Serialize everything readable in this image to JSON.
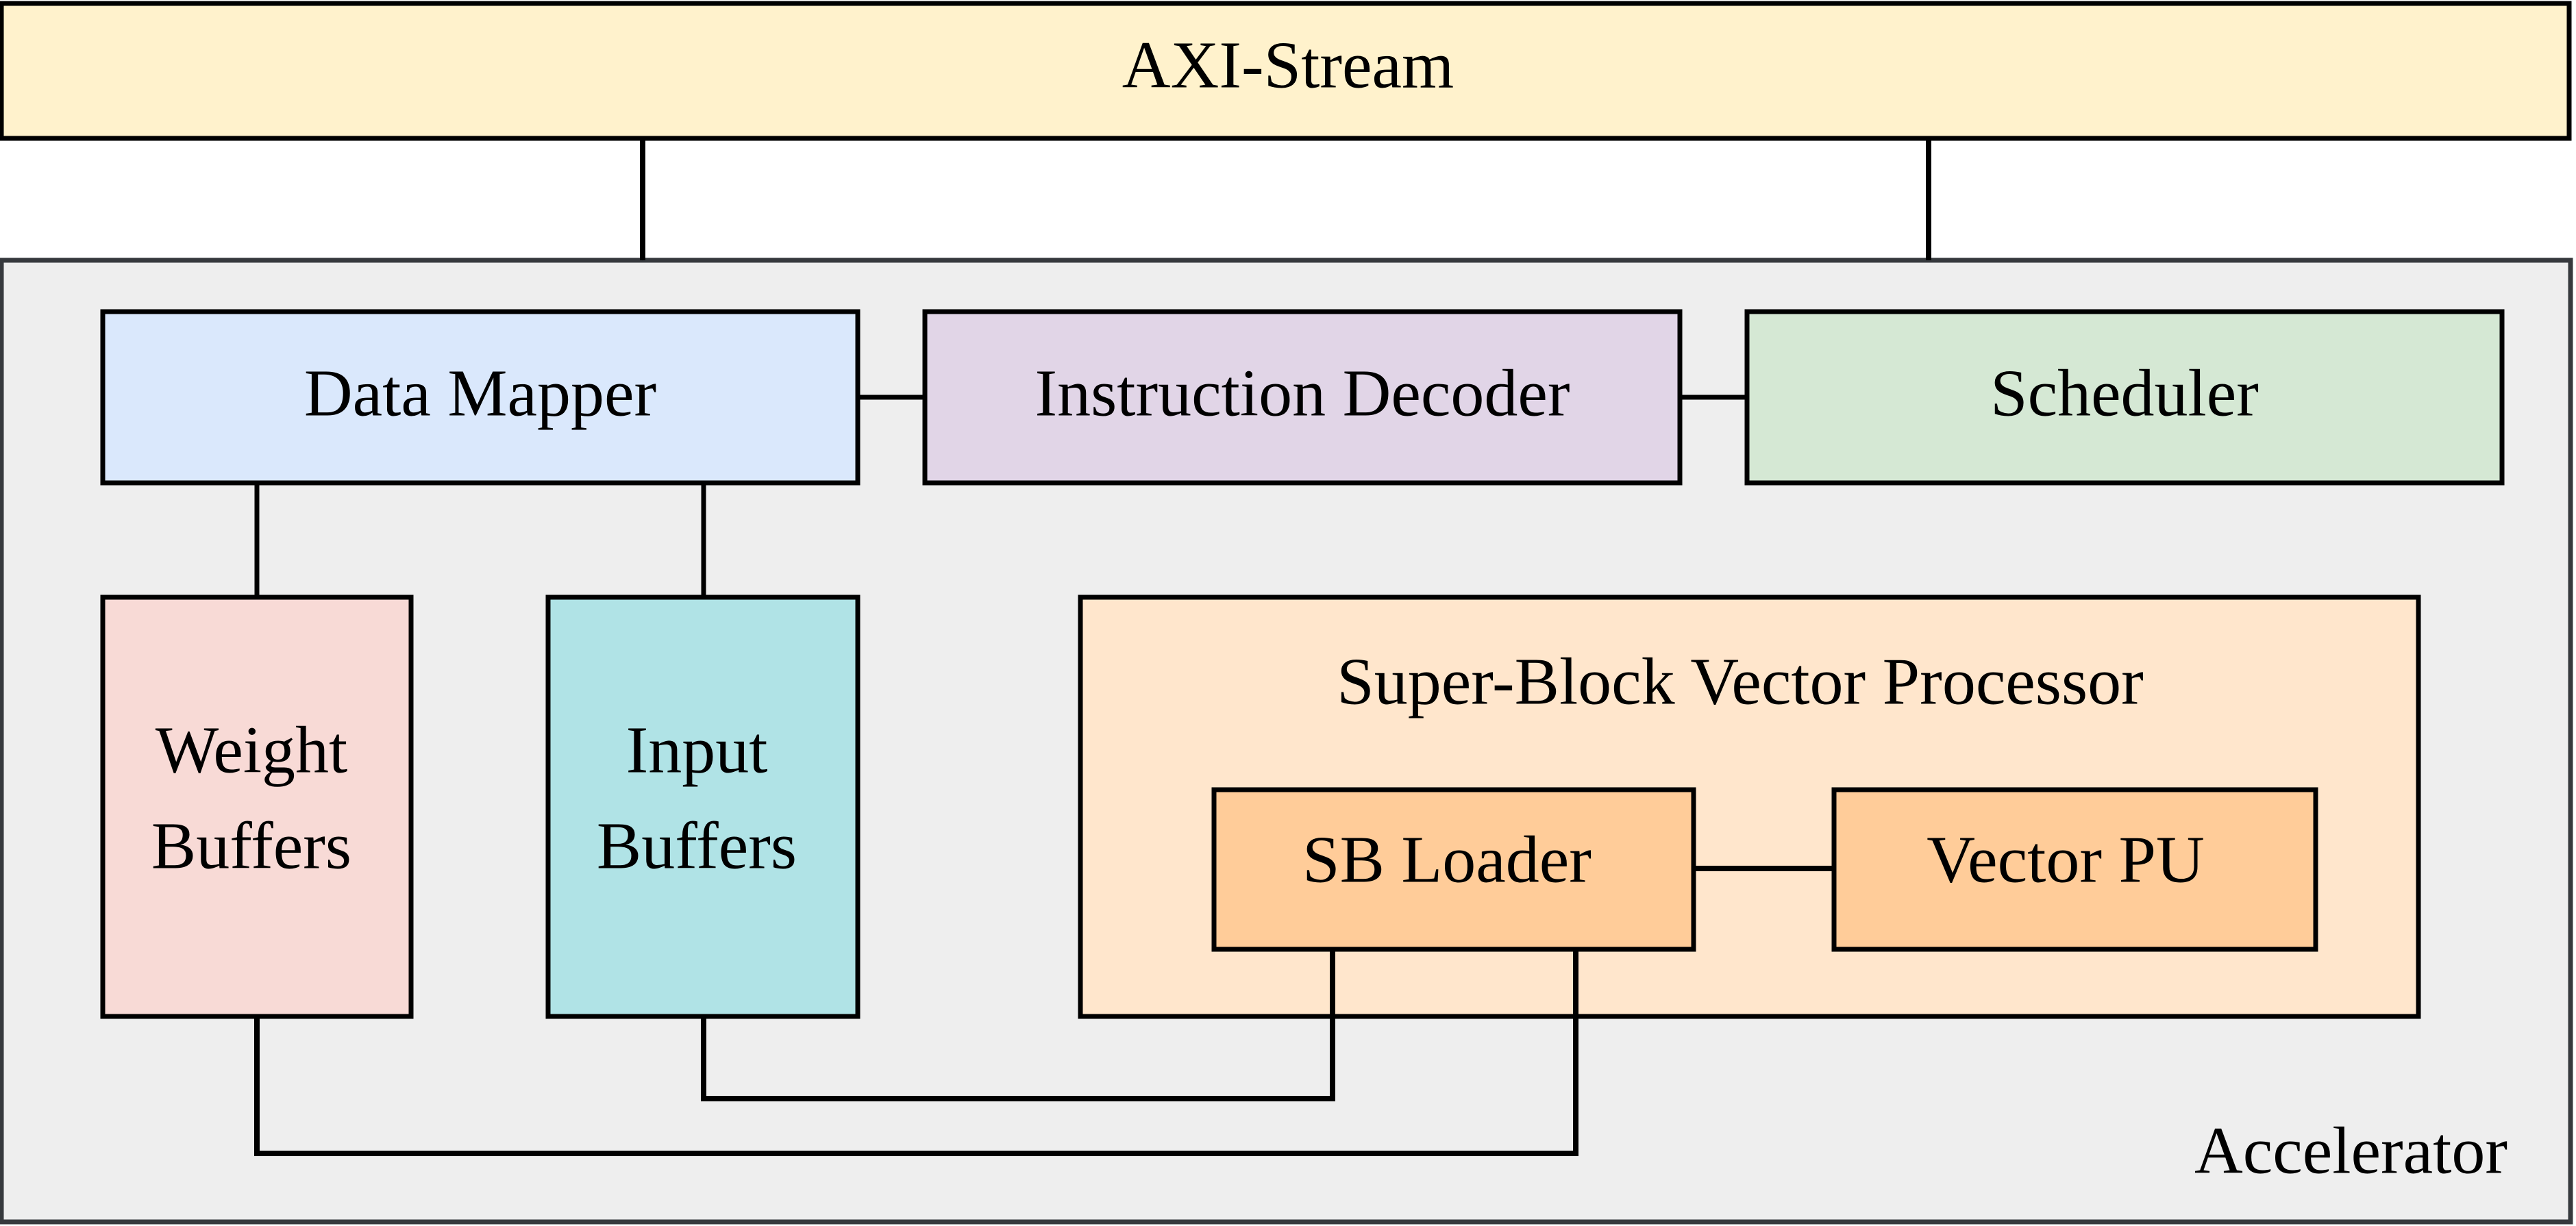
{
  "bus": {
    "label": "AXI-Stream",
    "fill": "#fff2cc"
  },
  "accelerator": {
    "label": "Accelerator",
    "fill": "#eeeeee",
    "stroke": "#36393d"
  },
  "data_mapper": {
    "label": "Data Mapper",
    "fill": "#dae8fc"
  },
  "instruction_decoder": {
    "label": "Instruction Decoder",
    "fill": "#e1d5e7"
  },
  "scheduler": {
    "label": "Scheduler",
    "fill": "#d5e8d4"
  },
  "weight_buffers": {
    "line1": "Weight",
    "line2": "Buffers",
    "fill": "#f8dad6"
  },
  "input_buffers": {
    "line1": "Input",
    "line2": "Buffers",
    "fill": "#b0e3e6"
  },
  "sbvp": {
    "label": "Super-Block Vector Processor",
    "fill": "#ffe6cc"
  },
  "sb_loader": {
    "label": "SB Loader",
    "fill": "#ffcc99"
  },
  "vector_pu": {
    "label": "Vector PU",
    "fill": "#ffcc99"
  }
}
